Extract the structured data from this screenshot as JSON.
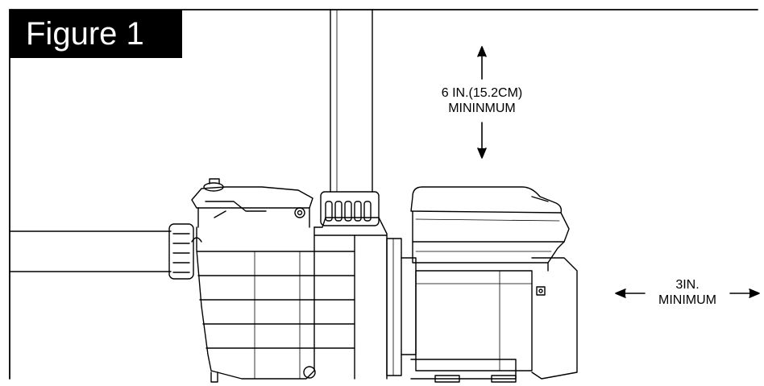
{
  "figure": {
    "label": "Figure 1"
  },
  "dimensions": {
    "top_clearance_line1": "6 IN.(15.2CM)",
    "top_clearance_line2": "MININMUM",
    "side_clearance_line1": "3IN.",
    "side_clearance_line2": "MINIMUM"
  },
  "colors": {
    "line": "#000000",
    "background": "#ffffff"
  }
}
